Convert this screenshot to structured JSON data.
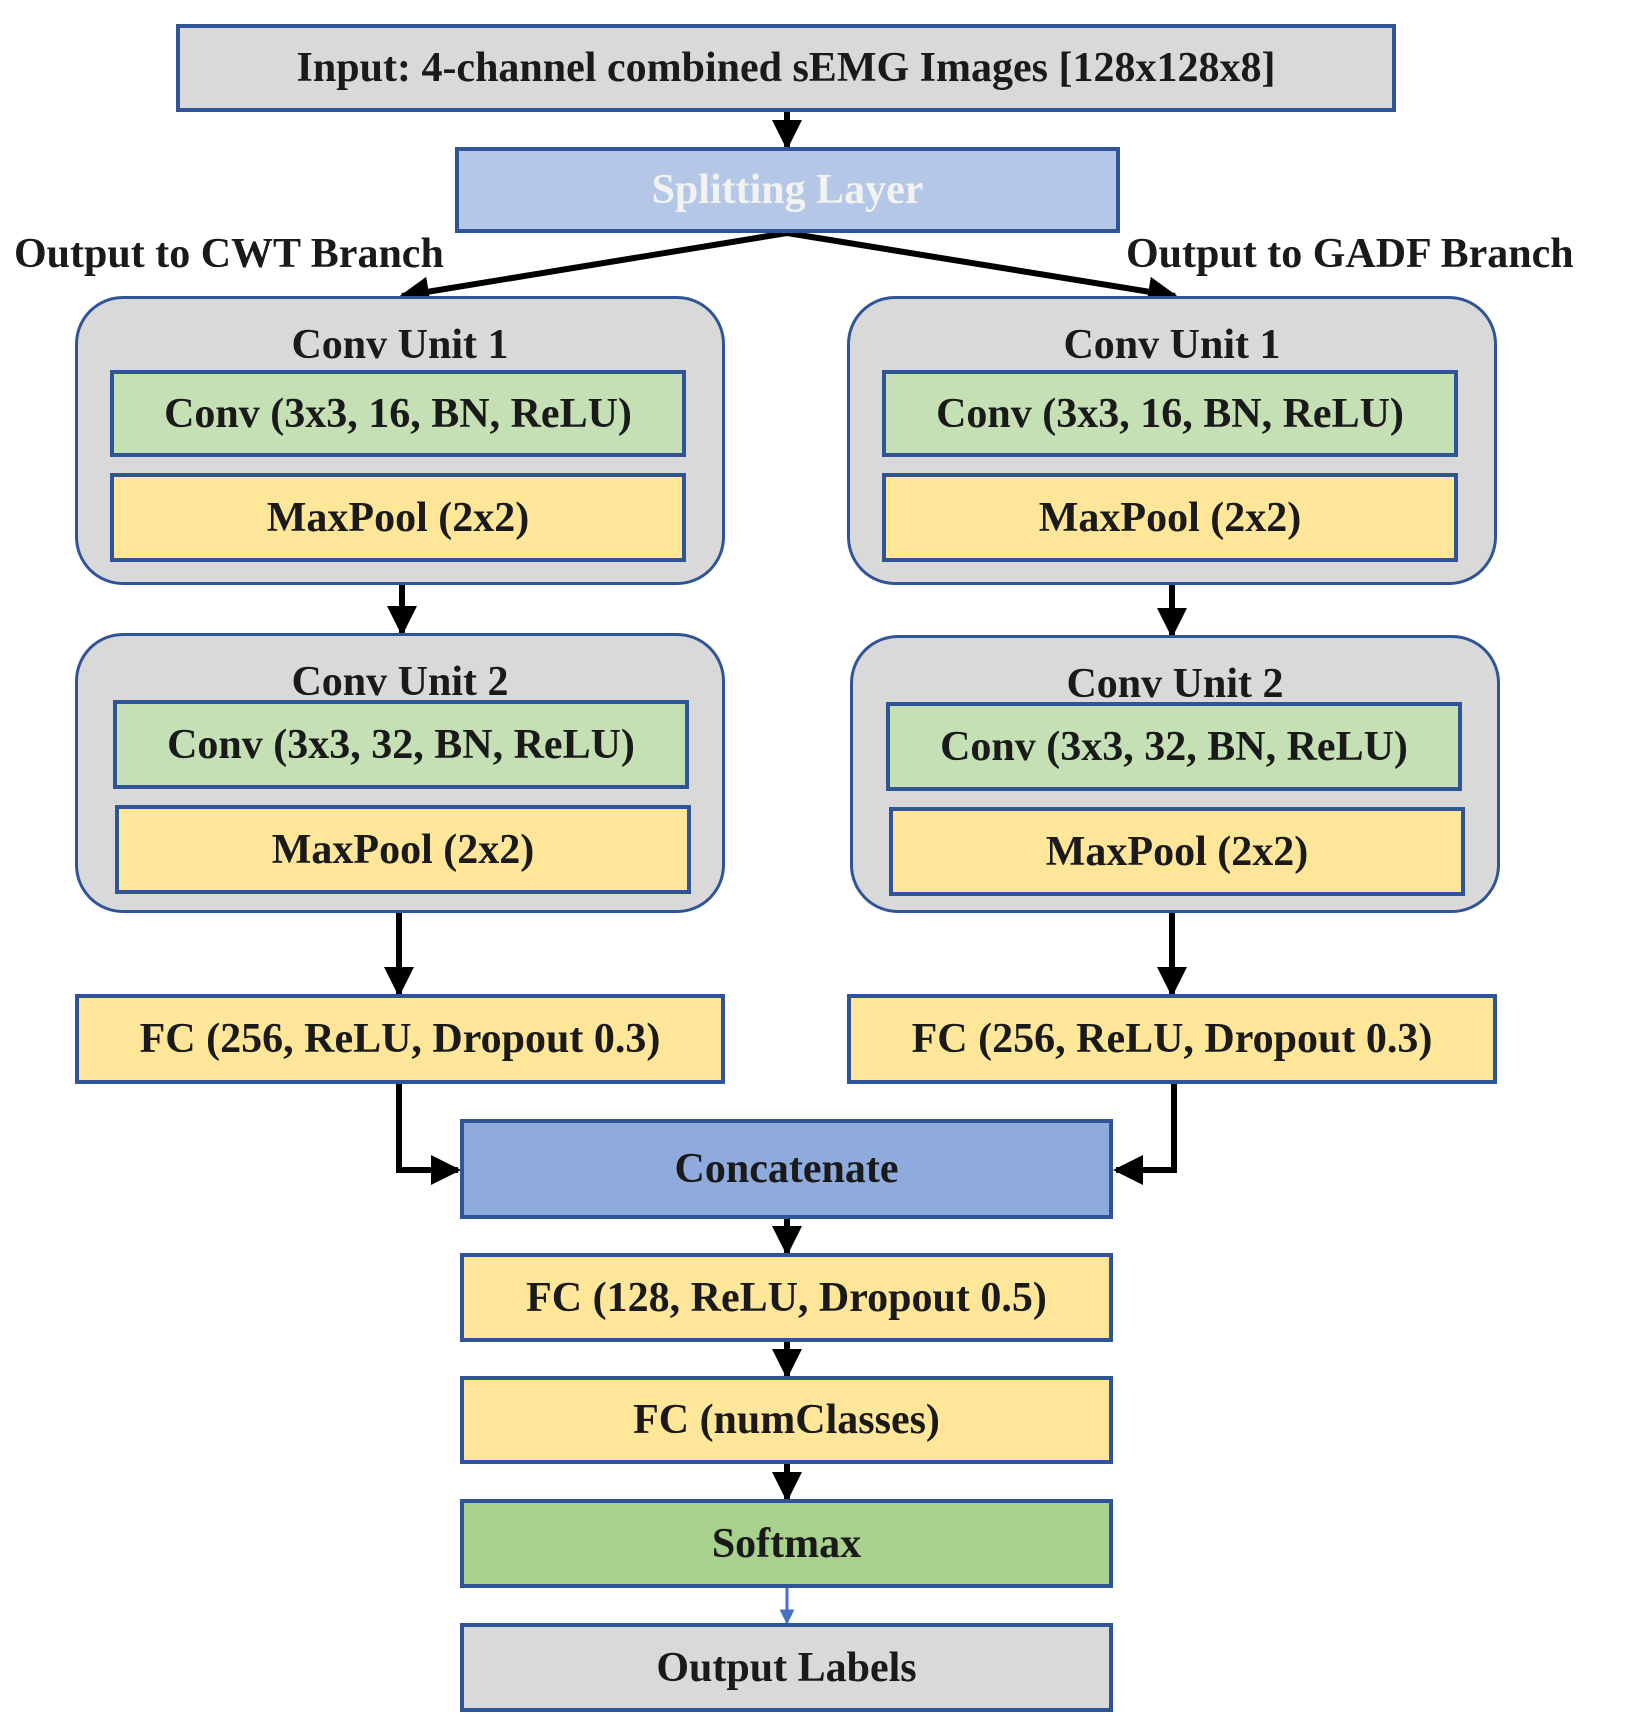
{
  "input": "Input: 4-channel combined sEMG Images [128x128x8]",
  "splitting": "Splitting Layer",
  "left_branch": {
    "label": "Output to CWT Branch",
    "unit1": {
      "title": "Conv Unit 1",
      "conv": "Conv (3x3, 16, BN, ReLU)",
      "pool": "MaxPool (2x2)"
    },
    "unit2": {
      "title": "Conv Unit 2",
      "conv": "Conv (3x3, 32, BN, ReLU)",
      "pool": "MaxPool (2x2)"
    },
    "fc": "FC (256, ReLU, Dropout 0.3)"
  },
  "right_branch": {
    "label": "Output to GADF Branch",
    "unit1": {
      "title": "Conv Unit 1",
      "conv": "Conv (3x3, 16, BN, ReLU)",
      "pool": "MaxPool (2x2)"
    },
    "unit2": {
      "title": "Conv Unit 2",
      "conv": "Conv (3x3, 32, BN, ReLU)",
      "pool": "MaxPool (2x2)"
    },
    "fc": "FC (256, ReLU, Dropout 0.3)"
  },
  "concatenate": "Concatenate",
  "fc128": "FC (128, ReLU, Dropout 0.5)",
  "fc_classes": "FC (numClasses)",
  "softmax": "Softmax",
  "output": "Output Labels",
  "colors": {
    "border": "#2F5597",
    "gray": "#D9D9D9",
    "light_blue": "#B4C7E7",
    "blue": "#8FAADC",
    "green": "#C5E0B4",
    "yellow": "#FFE699",
    "softmax_green": "#A9D18E",
    "arrow": "#000000",
    "final_arrow": "#4472C4"
  }
}
